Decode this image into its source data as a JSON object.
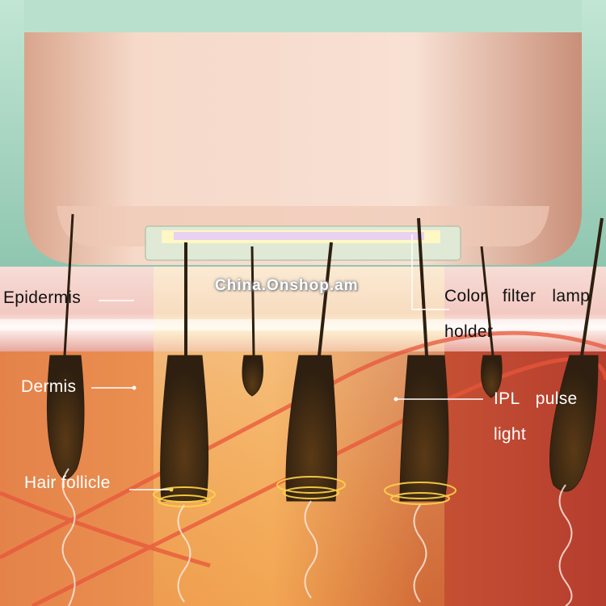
{
  "labels": {
    "epidermis": "Epidermis",
    "color_filter_line1": "Color filter lamp",
    "color_filter_line2": "holder",
    "dermis": "Dermis",
    "ipl_line1": "IPL pulse",
    "ipl_line2": "light",
    "hair_follicle": "Hair follicle"
  },
  "watermark": "China.Onshop.am",
  "colors": {
    "background_mint": "#a9d8c4",
    "device_body": "#f3cdb9",
    "epidermis": "#f5d6d2",
    "dermis_left": "#e98a4a",
    "dermis_right": "#b8402f",
    "follicle": "#3f2a14"
  }
}
